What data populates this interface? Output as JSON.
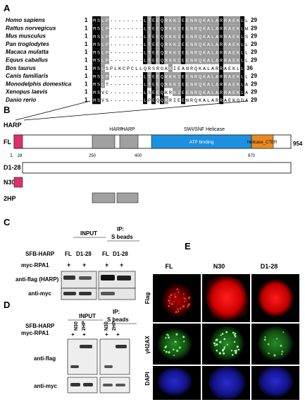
{
  "panels": {
    "A": "A",
    "B": "B",
    "C": "C",
    "D": "D",
    "E": "E"
  },
  "alignment": {
    "rows": [
      {
        "species": "Homo sapiens",
        "start": "1",
        "seq": "MSLP--------LTEEQRKKIEENRQKALARRAEKLL",
        "end": "29"
      },
      {
        "species": "Rattus norvegicus",
        "start": "1",
        "seq": "MSLP--------LTEEQRKKIEENRQKALARRAEKLW",
        "end": "29"
      },
      {
        "species": "Mus musculus",
        "start": "1",
        "seq": "MSLP--------LTEEQRKKIEENRQKALARRAEKLS",
        "end": "29"
      },
      {
        "species": "Pan troglodytes",
        "start": "1",
        "seq": "MSLP--------LTEEQRKKIEENRQKALARRAEKLL",
        "end": "29"
      },
      {
        "species": "Macaca mulatta",
        "start": "1",
        "seq": "MSLP--------LTEEQRKKIEENRQKALARRAEKLL",
        "end": "29"
      },
      {
        "species": "Equus caballus",
        "start": "1",
        "seq": "MSLP--------LTEEQRKKIEENRQKALARRAEKLL",
        "end": "29"
      },
      {
        "species": "Bos taurus",
        "start": "1",
        "seq": "MSLSPLKCPCLLQRSRGKKIEANRQKALARRAEKLL",
        "end": "36"
      },
      {
        "species": "Canis familiaris",
        "start": "1",
        "seq": "MSLP--------LTEEQRKKIEENRQKALARRAEKLL",
        "end": "29"
      },
      {
        "species": "Monodelphis domestica",
        "start": "1",
        "seq": "MSLT--------LTEEQRKKIEENRQKALARRAEKLA",
        "end": "29"
      },
      {
        "species": "Xenopus laevis",
        "start": "1",
        "seq": "MSVC--------LSEEQKRKIEENRQKALARRAEKLA",
        "end": "29"
      },
      {
        "species": "Danio rerio",
        "start": "1",
        "seq": "MSVS--------LPEQQRRIEENRQKALARRAEKQDA",
        "end": "29"
      }
    ]
  },
  "domains": {
    "title": "HARP",
    "fl_label": "FL",
    "fl_start": "1",
    "fl_end": "954",
    "harp1": "HARP",
    "harp2": "HARP",
    "swisnf": "SWI/SNF Helicase",
    "atp": "ATP binding",
    "helicase": "Helicase_CTER",
    "pos": [
      "28",
      "250",
      "400",
      "870"
    ],
    "constructs": [
      "D1-28",
      "N30",
      "2HP"
    ]
  },
  "blot_c": {
    "input": "INPUT",
    "ip": "IP:",
    "beads": "S beads",
    "sfb": "SFB-HARP",
    "myc": "myc-RPA1",
    "lanes": [
      "FL",
      "D1-28",
      "FL",
      "D1-28"
    ],
    "plus": "+",
    "anti_flag": "anti-flag (HARP)",
    "anti_myc": "anti-myc"
  },
  "blot_d": {
    "input": "INPUT",
    "ip": "IP:",
    "beads": "S beads",
    "sfb": "SFB-HARP",
    "myc": "myc-RPA1",
    "lanes": [
      "N30",
      "2HP",
      "N30",
      "2HP"
    ],
    "plus": "+",
    "anti_flag": "anti-flag",
    "anti_myc": "anti-myc"
  },
  "microscopy": {
    "cols": [
      "FL",
      "N30",
      "D1-28"
    ],
    "rows": [
      "Flag",
      "γH2AX",
      "DAPI"
    ]
  },
  "colors": {
    "harp_pink": "#e0306a",
    "atp_blue": "#1e90e0",
    "helicase_orange": "#e88a20",
    "harp_gray": "#a0a0a0"
  }
}
